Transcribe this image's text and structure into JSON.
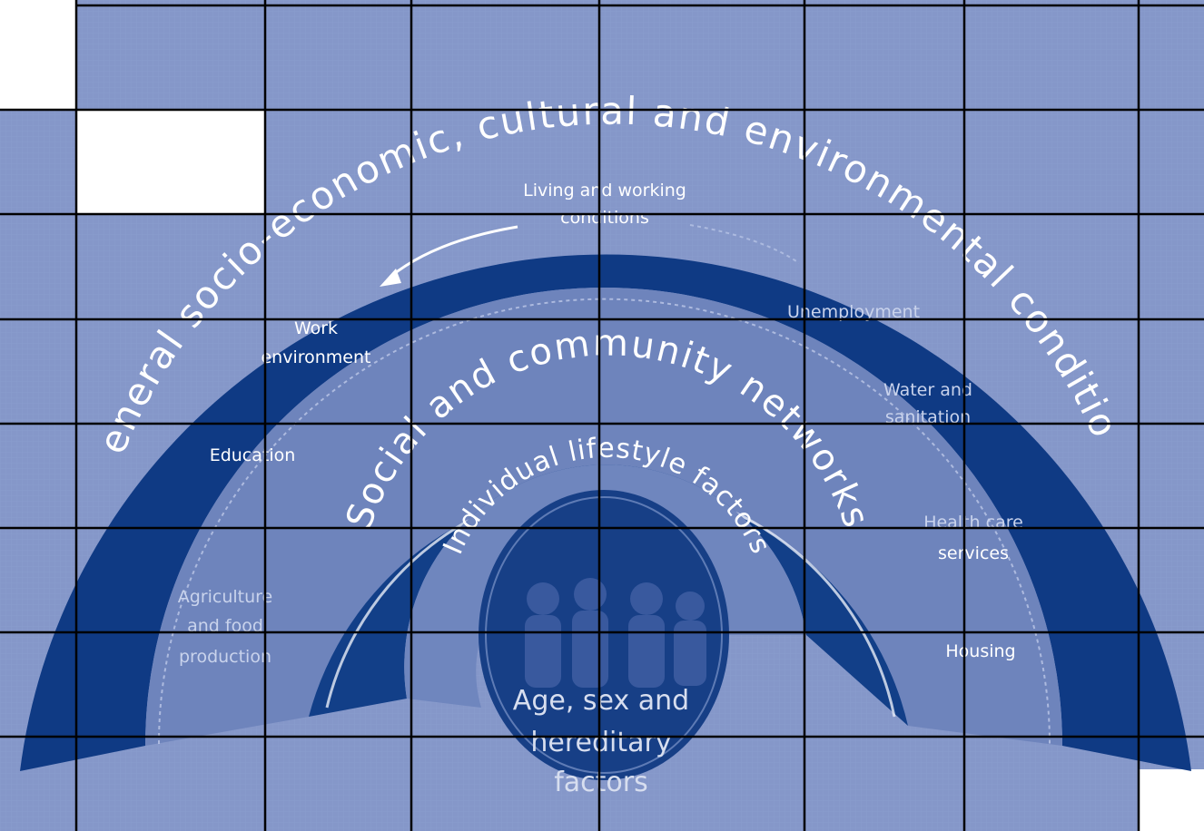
{
  "diagram": {
    "outer_band_label": "General socio-economic, cultural and environmental conditions",
    "social_band_label": "Social and community networks",
    "lifestyle_band_label": "Individual lifestyle factors",
    "core_label_lines": [
      "Age, sex and",
      "hereditary",
      "factors"
    ],
    "determinants": {
      "living_working_line1": "Living and working",
      "living_working_line2": "conditions",
      "work_env_line1": "Work",
      "work_env_line2": "environment",
      "education": "Education",
      "agriculture_line1": "Agriculture",
      "agriculture_line2": "and food",
      "agriculture_line3": "production",
      "unemployment": "Unemployment",
      "water_line1": "Water and",
      "water_line2": "sanitation",
      "health_line1": "Health care",
      "health_line2": "services",
      "housing": "Housing"
    }
  },
  "colors": {
    "outer_band": "#0f3a84",
    "living_band": "#6e84bc",
    "social_band": "#123f88",
    "lifestyle_band": "#6f86be",
    "core": "#173f86",
    "grid_tint": "#5b73ae",
    "grid_line": "#000000",
    "text_light": "#ffffff",
    "text_faded": "#c9d3ec"
  }
}
